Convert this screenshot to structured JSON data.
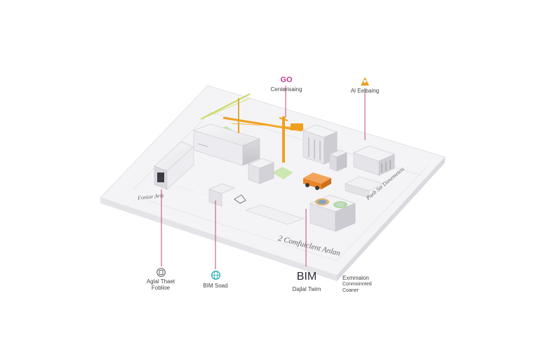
{
  "callouts": {
    "top_center": {
      "icon": "GO",
      "label": "Centerisaing"
    },
    "top_right": {
      "icon": "person-pin-icon",
      "label": "Al Eelbaing"
    },
    "bottom_left": {
      "label_line1": "Aglal Thaet",
      "label_line2": "Foblioe"
    },
    "bottom_center_left": {
      "label": "BIM Soad"
    },
    "bottom_center": {
      "title": "BIM",
      "subtitle": "Dajlal Twim"
    },
    "bottom_right": {
      "line1": "Exmmalon",
      "line2": "Conmoinnted",
      "line3": "Coaner"
    }
  },
  "plate_labels": {
    "left": "Foniar Aris",
    "right": "Paeb Ste Dimemetets",
    "front": "2 Comfulclent Anlan"
  },
  "colors": {
    "accent_magenta": "#c93a8f",
    "accent_orange": "#e8a020",
    "accent_teal": "#1aa7b0",
    "leader_line": "#c04a7a",
    "crane": "#f0a020",
    "crane_pale": "#c9d85a",
    "truck": "#e8842a",
    "ground": "#f3f3f5"
  }
}
